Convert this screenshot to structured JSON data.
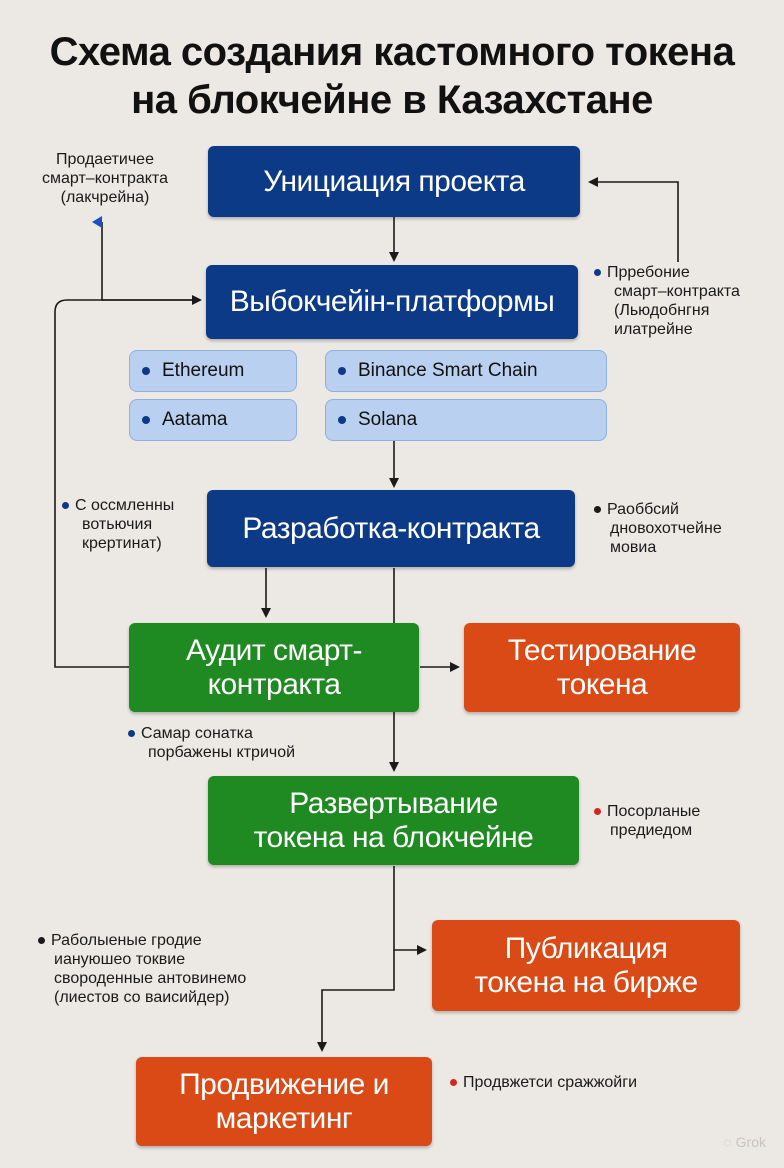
{
  "title": {
    "line1": "Схема создания кастомного токена",
    "line2": "на блокчейне в Казахстане"
  },
  "boxes": {
    "initiation": "Унициация проекта",
    "platform": "Выбокчейін-платформы",
    "development": "Разработка-контракта",
    "audit": "Аудит смарт-контракта",
    "testing": "Тестирование токена",
    "deployment": "Развертывание токена на блокчейне",
    "publication": "Публикация токена на бирже",
    "promotion": "Продвижение и маркетинг"
  },
  "platforms": [
    "Ethereum",
    "Binance Smart Chain",
    "Aatama",
    "Solana"
  ],
  "notes": {
    "top_left": [
      "Продаетичее",
      "смарт–контракта",
      "(лакчрейна)"
    ],
    "right_1": [
      "Прребоние",
      "смарт–контракта",
      "(Льюдобнгня",
      "илатрейне"
    ],
    "left_2": [
      "С оссмленны",
      "вотьючия",
      "крертинат)"
    ],
    "right_2": [
      "Раоббсий",
      "дновохотчейне",
      "мовиа"
    ],
    "audit_note": [
      "Самар сонатка",
      "порбажены ктричой"
    ],
    "right_3": [
      "Посорланые",
      "предиедом"
    ],
    "left_4": [
      "Раболыеные гродие",
      "иануюшео токвие",
      "свороденные антовинемо",
      "(лиестов со ваисийдер)"
    ],
    "right_5": [
      "Продвжетси сражжойги"
    ]
  },
  "brand": "Grok",
  "colors": {
    "blue": "#0d3a86",
    "green": "#1f8a22",
    "orange": "#d94a16",
    "pill": "#b9d0f0",
    "note_dot_blue": "#0d3a86",
    "note_dot_red": "#d0281c"
  }
}
